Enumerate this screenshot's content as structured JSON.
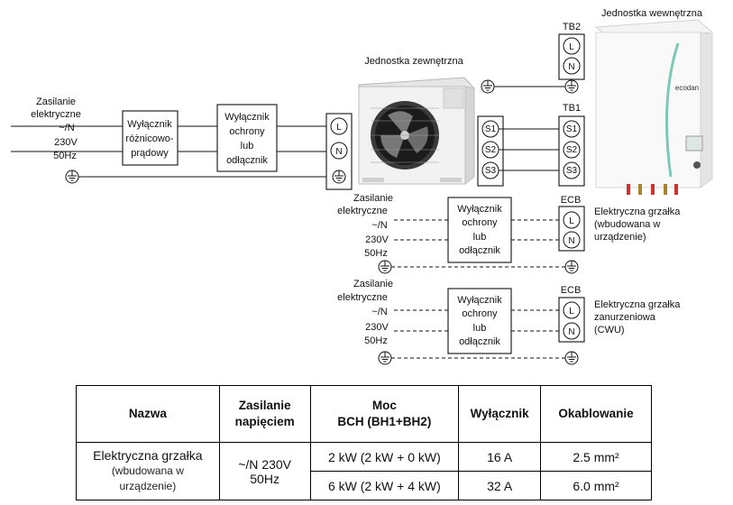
{
  "labels": {
    "outdoor_unit": "Jednostka zewnętrzna",
    "indoor_unit": "Jednostka wewnętrzna",
    "power_supply_1": [
      "Zasilanie",
      "elektryczne",
      "~/N",
      "230V",
      "50Hz"
    ],
    "power_supply_2": [
      "Zasilanie",
      "elektryczne",
      "~/N",
      "230V",
      "50Hz"
    ],
    "power_supply_3": [
      "Zasilanie",
      "elektryczne",
      "~/N",
      "230V",
      "50Hz"
    ],
    "rcd_box": [
      "Wyłącznik",
      "różnicowo-",
      "prądowy"
    ],
    "breaker_box": [
      "Wyłącznik",
      "ochrony",
      "lub",
      "odłącznik"
    ],
    "breaker_box_2": [
      "Wyłącznik",
      "ochrony",
      "lub",
      "odłącznik"
    ],
    "breaker_box_3": [
      "Wyłącznik",
      "ochrony",
      "lub",
      "odłącznik"
    ],
    "tb2": "TB2",
    "tb1": "TB1",
    "ecb1": "ECB",
    "ecb2": "ECB",
    "heater_builtin": [
      "Elektryczna grzałka",
      "(wbudowana w",
      " urządzenie)"
    ],
    "heater_immersion": [
      "Elektryczna grzałka",
      "zanurzeniowa",
      "(CWU)"
    ],
    "brand": "ecodan"
  },
  "terminals": {
    "ln": [
      "L",
      "N"
    ],
    "s": [
      "S1",
      "S2",
      "S3"
    ]
  },
  "table": {
    "headers": [
      "Nazwa",
      "Zasilanie napięciem",
      "Moc BCH (BH1+BH2)",
      "Wyłącznik",
      "Okablowanie"
    ],
    "header_lines": {
      "supply": [
        "Zasilanie",
        "napięciem"
      ],
      "power": [
        "Moc",
        "BCH (BH1+BH2)"
      ]
    },
    "name_main": "Elektryczna grzałka",
    "name_sub": [
      "(wbudowana w",
      "urządzenie)"
    ],
    "supply": [
      "~/N 230V",
      "50Hz"
    ],
    "rows": [
      {
        "power": "2 kW (2 kW + 0 kW)",
        "breaker": "16 A",
        "wiring": "2.5 mm²"
      },
      {
        "power": "6 kW (2 kW + 4 kW)",
        "breaker": "32 A",
        "wiring": "6.0 mm²"
      }
    ]
  }
}
